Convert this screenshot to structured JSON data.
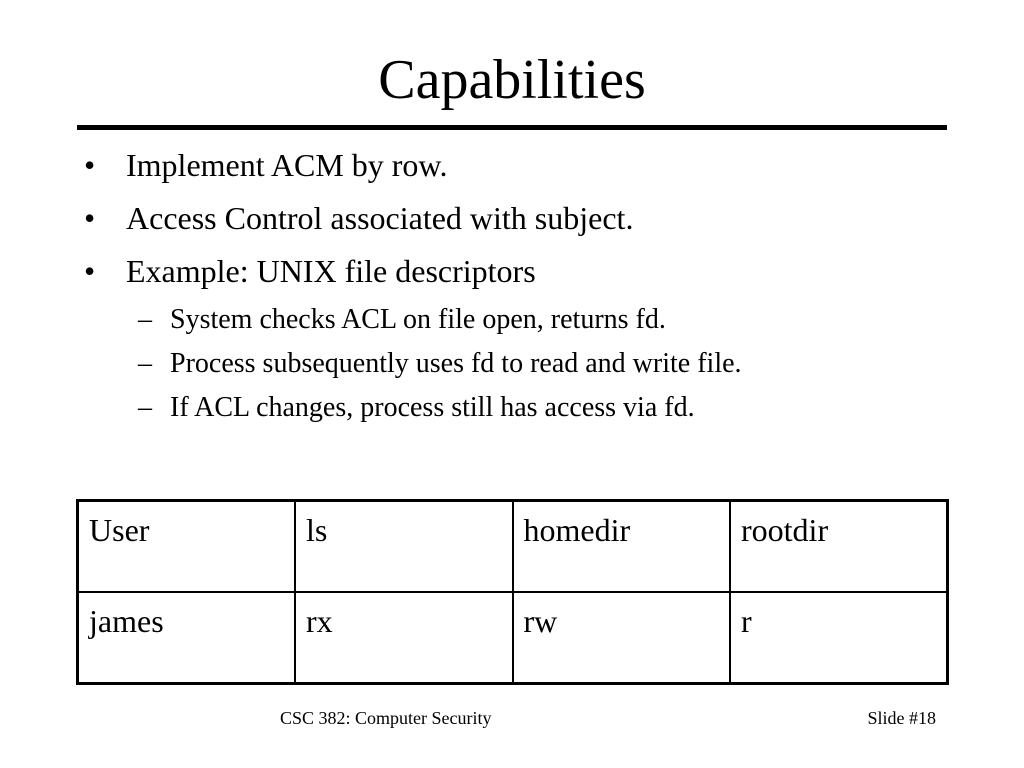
{
  "slide": {
    "title": "Capabilities",
    "bullets": [
      "Implement ACM by row.",
      "Access Control associated with subject.",
      "Example: UNIX file descriptors"
    ],
    "sub_bullets": [
      "System checks ACL on file open, returns fd.",
      "Process subsequently uses fd to read and write file.",
      "If ACL changes, process still has access via fd."
    ],
    "bullet_mark": "•",
    "sub_bullet_mark": "–"
  },
  "table": {
    "header": [
      "User",
      "ls",
      "homedir",
      "rootdir"
    ],
    "rows": [
      [
        "james",
        "rx",
        "rw",
        "r"
      ]
    ]
  },
  "footer": {
    "course": "CSC 382: Computer Security",
    "slide_number": "Slide #18"
  }
}
